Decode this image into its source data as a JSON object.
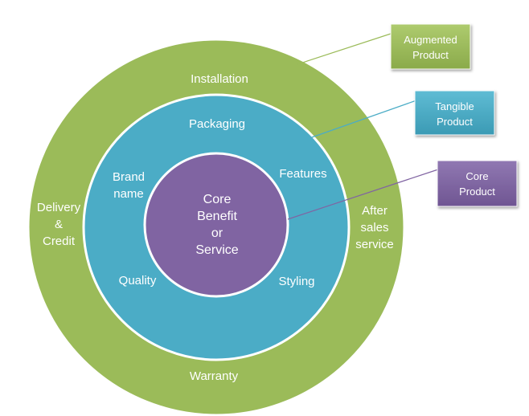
{
  "colors": {
    "augmented": "#9bbb59",
    "tangible": "#4bacc6",
    "core": "#8064a2",
    "ring_stroke": "#ffffff"
  },
  "rings": {
    "augmented": {
      "top": "Installation",
      "bottom": "Warranty",
      "left": [
        "Delivery",
        "&",
        "Credit"
      ],
      "right": [
        "After",
        "sales",
        "service"
      ]
    },
    "tangible": {
      "top": "Packaging",
      "upper_left": [
        "Brand",
        "name"
      ],
      "upper_right": "Features",
      "lower_left": "Quality",
      "lower_right": "Styling"
    },
    "core": {
      "lines": [
        "Core",
        "Benefit",
        "or",
        "Service"
      ]
    }
  },
  "callouts": {
    "augmented": [
      "Augmented",
      "Product"
    ],
    "tangible": [
      "Tangible",
      "Product"
    ],
    "core": [
      "Core",
      "Product"
    ]
  }
}
